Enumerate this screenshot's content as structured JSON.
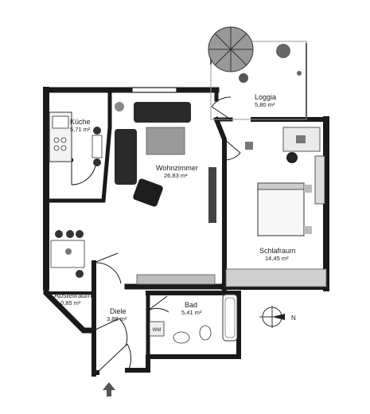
{
  "rooms": {
    "kueche": {
      "name": "Küche",
      "area": "5,71 m²"
    },
    "wohnzimmer": {
      "name": "Wohnzimmer",
      "area": "26,83 m²"
    },
    "loggia": {
      "name": "Loggia",
      "area": "5,80 m²"
    },
    "schlafraum": {
      "name": "Schlafraum",
      "area": "14,45 m²"
    },
    "abstellraum": {
      "name": "Abstellraum",
      "area": "0,85 m²"
    },
    "diele": {
      "name": "Diele",
      "area": "3,88 m²"
    },
    "bad": {
      "name": "Bad",
      "area": "5,41 m²"
    }
  },
  "appliances": {
    "washer_label": "WM"
  },
  "compass": {
    "north_label": "N"
  },
  "colors": {
    "wall": "#1a1a1a",
    "furniture": "#333333",
    "floor": "#ffffff"
  }
}
